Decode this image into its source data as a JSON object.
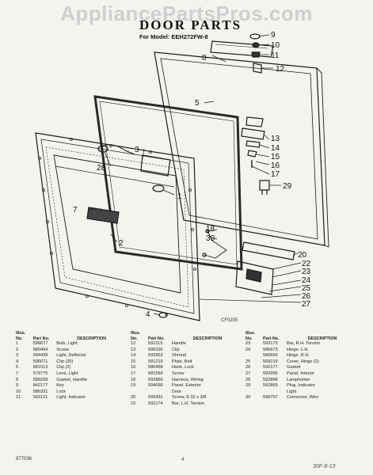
{
  "watermark": "AppliancePartsPros.com",
  "header": {
    "title": "DOOR PARTS",
    "model_label": "For Model: EEH272FW-8"
  },
  "diagram": {
    "code": "CF0205",
    "callouts": [
      "1",
      "2",
      "3",
      "4",
      "5",
      "7",
      "8",
      "9",
      "10",
      "11",
      "12",
      "13",
      "14",
      "15",
      "16",
      "17",
      "18",
      "20",
      "22",
      "23",
      "24",
      "25",
      "26",
      "27",
      "28",
      "29",
      "30"
    ]
  },
  "table": {
    "headers": {
      "illus": "Illus. No.",
      "part": "Part No.",
      "desc": "DESCRIPTION"
    },
    "col1": [
      [
        "1",
        "596677",
        "Bulb, Light"
      ],
      [
        "2",
        "680494",
        "Screw"
      ],
      [
        "3",
        "594439",
        "Light, Deflector"
      ],
      [
        "4",
        "596671",
        "Clip (30)"
      ],
      [
        "5",
        "681513",
        "Clip (2)"
      ],
      [
        "7",
        "579775",
        "Lens, Light"
      ],
      [
        "8",
        "589208",
        "Gasket, Handle"
      ],
      [
        "9",
        "842177",
        "Key"
      ],
      [
        "10",
        "586331",
        "Lock"
      ],
      [
        "11",
        "592121",
        "Light, Indicator"
      ]
    ],
    "col2": [
      [
        "12",
        "592113",
        "Handle"
      ],
      [
        "13",
        "586335",
        "Clip"
      ],
      [
        "14",
        "592953",
        "Shroud"
      ],
      [
        "15",
        "581219",
        "Plate, Bolt"
      ],
      [
        "16",
        "586468",
        "Hook, Lock"
      ],
      [
        "17",
        "681569",
        "Screw"
      ],
      [
        "18",
        "592866",
        "Harness, Wiring"
      ],
      [
        "19",
        "594056",
        "Panel, Exterior"
      ],
      [
        "",
        "",
        "Door"
      ],
      [
        "20",
        "595431",
        "Screw, 8-15 x 3/8"
      ],
      [
        "22",
        "592174",
        "Bar, L.H. Torsion"
      ]
    ],
    "col3": [
      [
        "23",
        "592173",
        "Bar, R.H. Torsion"
      ],
      [
        "24",
        "586673",
        "Hinge, L.H."
      ],
      [
        "",
        "586669",
        "Hinge, R.H."
      ],
      [
        "25",
        "568219",
        "Cover, Hinge (2)"
      ],
      [
        "26",
        "592177",
        "Gasket"
      ],
      [
        "27",
        "592956",
        "Panel, Interior"
      ],
      [
        "28",
        "592868",
        "Lampholder"
      ],
      [
        "29",
        "592869",
        "Plug, Indicator"
      ],
      [
        "",
        "",
        "Light"
      ],
      [
        "30",
        "596707",
        "Connector, Wire"
      ]
    ]
  },
  "footer": {
    "code_left": "877036",
    "page": "4",
    "stamp": "30F-8-13"
  }
}
